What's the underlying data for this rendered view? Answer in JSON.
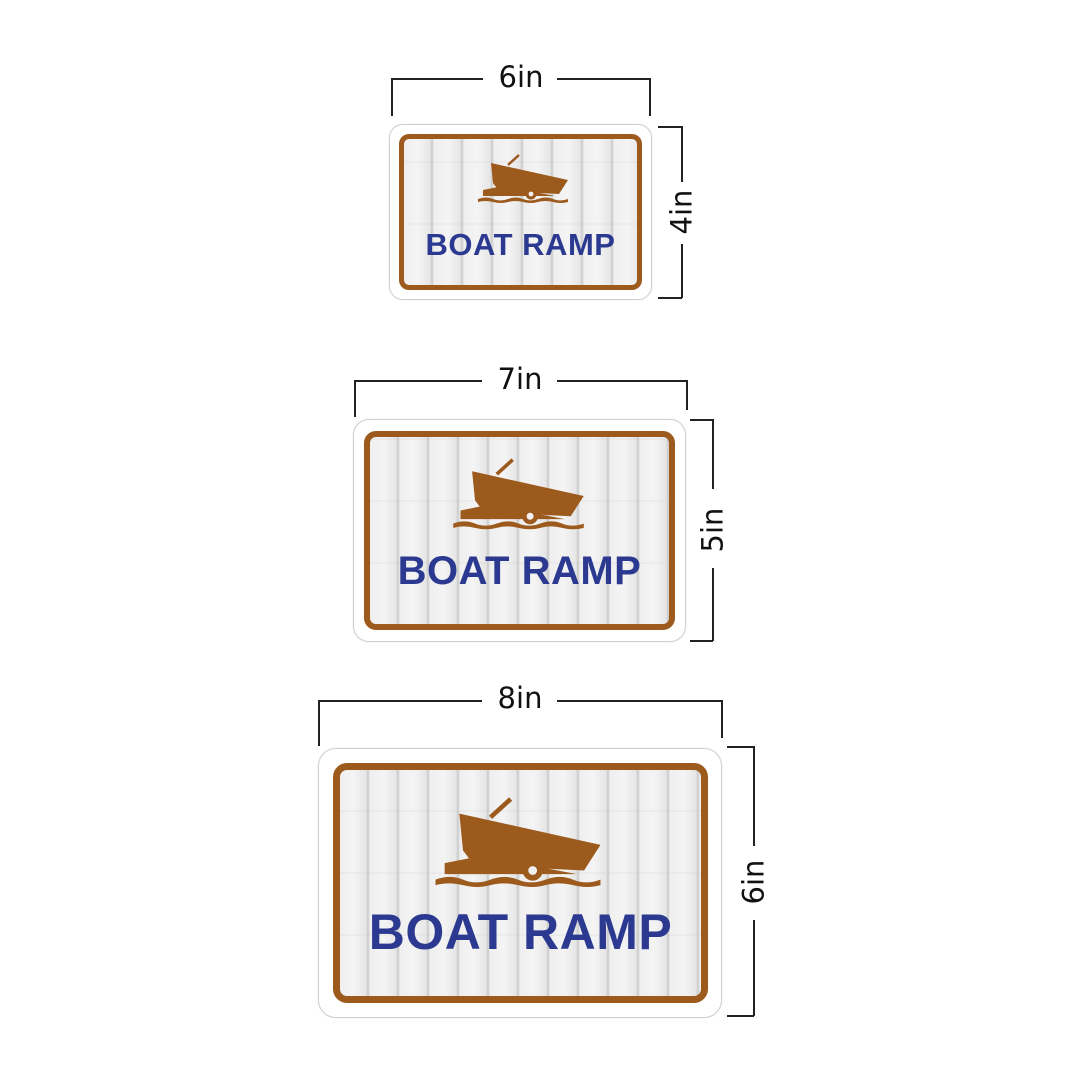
{
  "colors": {
    "border_brown": "#9c5a1d",
    "boat_brown": "#9c5a1d",
    "text_blue": "#2b3990",
    "dimension_line": "#222222"
  },
  "signs": [
    {
      "width_label": "6in",
      "height_label": "4in",
      "text": "BOAT RAMP",
      "icon": "boat-ramp-icon"
    },
    {
      "width_label": "7in",
      "height_label": "5in",
      "text": "BOAT RAMP",
      "icon": "boat-ramp-icon"
    },
    {
      "width_label": "8in",
      "height_label": "6in",
      "text": "BOAT RAMP",
      "icon": "boat-ramp-icon"
    }
  ]
}
